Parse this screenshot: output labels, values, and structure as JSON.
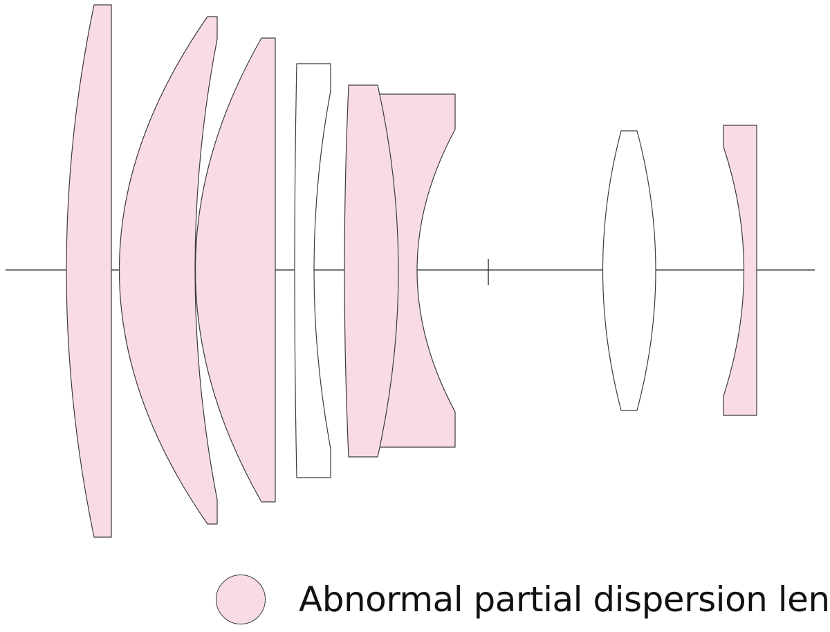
{
  "colors": {
    "abnormal_partial_dispersion": "#f9dbe8",
    "standard_glass": "#ffffff",
    "outline": "#3a3a3a",
    "axis": "#222222"
  },
  "lens_elements": [
    {
      "id": "element-1",
      "type": "abnormal_partial_dispersion"
    },
    {
      "id": "element-2",
      "type": "abnormal_partial_dispersion"
    },
    {
      "id": "element-3",
      "type": "abnormal_partial_dispersion"
    },
    {
      "id": "element-4",
      "type": "standard_glass"
    },
    {
      "id": "element-5",
      "type": "abnormal_partial_dispersion"
    },
    {
      "id": "element-6",
      "type": "abnormal_partial_dispersion"
    },
    {
      "id": "element-7",
      "type": "standard_glass"
    },
    {
      "id": "element-8",
      "type": "abnormal_partial_dispersion"
    }
  ],
  "legend": {
    "label": "Abnormal partial dispersion lens"
  }
}
